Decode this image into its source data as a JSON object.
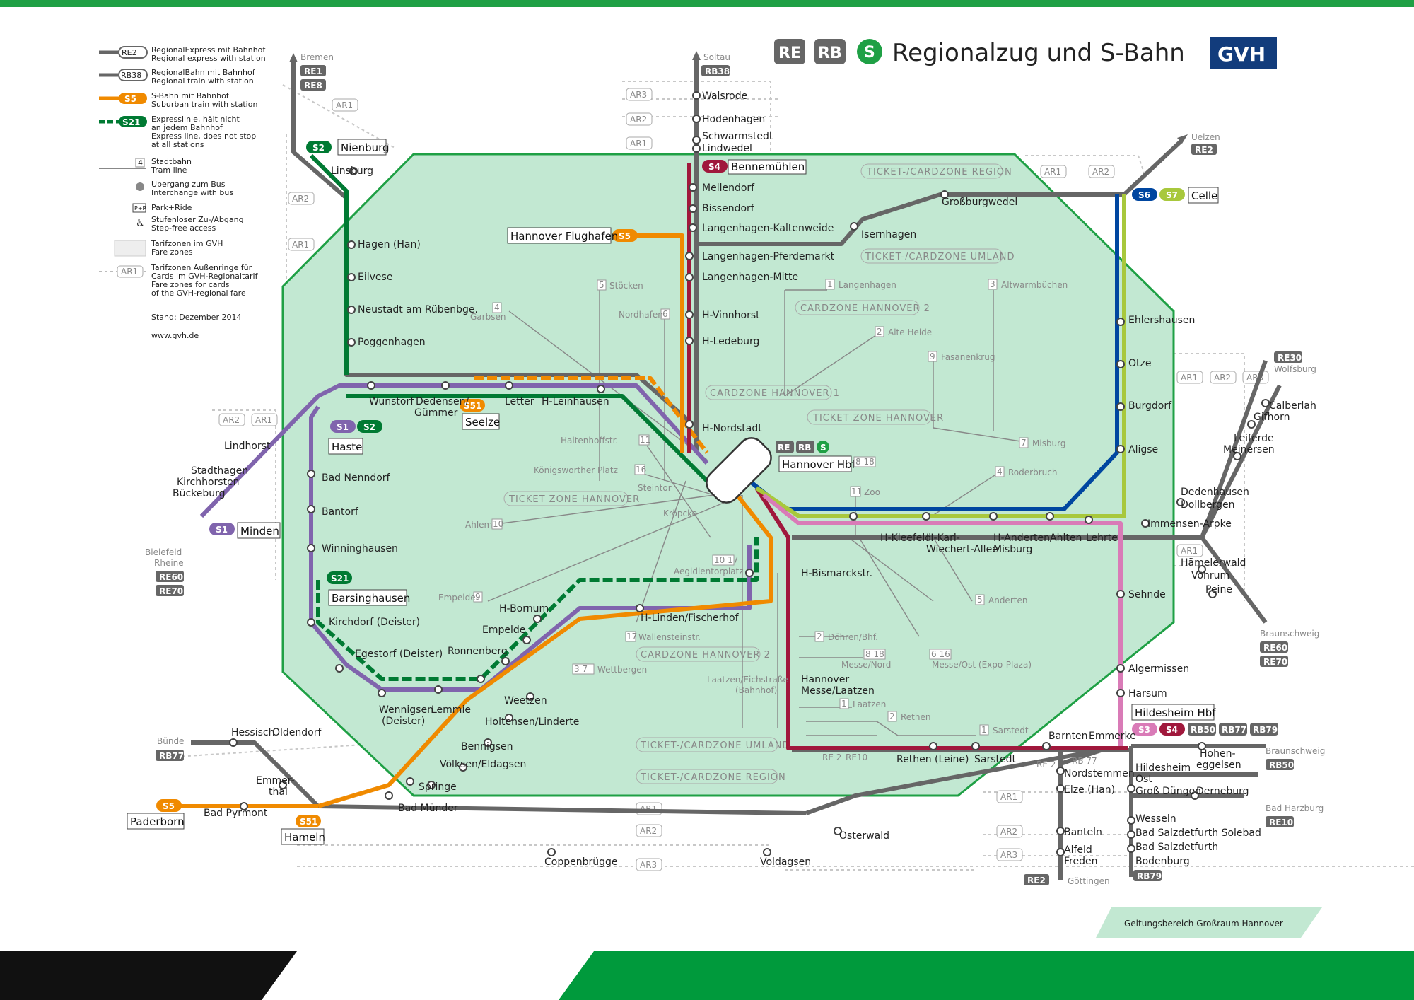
{
  "title": {
    "badges": [
      "RE",
      "RB",
      "S"
    ],
    "text": "Regionalzug und S-Bahn",
    "logo": "GVH"
  },
  "legend": {
    "items": [
      {
        "badge": "RE2",
        "color": "#666666",
        "text1": "RegionalExpress mit Bahnhof",
        "text2": "Regional express with station"
      },
      {
        "badge": "RB38",
        "color": "#666666",
        "text1": "RegionalBahn mit Bahnhof",
        "text2": "Regional train with station"
      },
      {
        "badge": "S5",
        "color": "#f08a00",
        "text1": "S-Bahn mit Bahnhof",
        "text2": "Suburban train with station"
      },
      {
        "badge": "S21",
        "color": "#007a33",
        "text1": "Expresslinie, hält nicht",
        "text2": "an jedem Bahnhof",
        "text3": "Express line, does not stop",
        "text4": "at all stations"
      }
    ],
    "tram": {
      "num": "4",
      "text1": "Stadtbahn",
      "text2": "Tram line"
    },
    "bus": {
      "text1": "Übergang zum Bus",
      "text2": "Interchange with bus"
    },
    "parkride": {
      "icon": "P+R",
      "text1": "Park+Ride"
    },
    "stepfree": {
      "text1": "Stufenloser Zu-/Abgang",
      "text2": "Step-free access"
    },
    "zones": {
      "text1": "Tarifzonen im GVH",
      "text2": "Fare zones"
    },
    "ar": {
      "badge": "AR1",
      "text1": "Tarifzonen Außenringe für",
      "text2": "Cards im GVH-Regionaltarif",
      "text3": "Fare zones for cards",
      "text4": "of the GVH-regional fare"
    },
    "stand": "Stand: Dezember 2014",
    "web": "www.gvh.de"
  },
  "colors": {
    "zone_fill": "#c2e8d2",
    "zone_border": "#1fa045",
    "re": "#666666",
    "s1": "#8064ad",
    "s2": "#007a33",
    "s3": "#d97bb7",
    "s4": "#a0183c",
    "s5": "#f08a00",
    "s6": "#0046a0",
    "s7": "#a8c83c",
    "top_bar": "#1fa045",
    "bottom_dark": "#111111",
    "bottom_green": "#009a3c"
  },
  "zones": {
    "labels": [
      "TICKET-/CARDZONE REGION",
      "TICKET-/CARDZONE UMLAND",
      "CARDZONE HANNOVER 2",
      "CARDZONE HANNOVER 1",
      "TICKET ZONE HANNOVER",
      "TICKET ZONE HANNOVER",
      "CARDZONE HANNOVER 2",
      "TICKET-/CARDZONE UMLAND",
      "TICKET-/CARDZONE REGION"
    ],
    "ar": [
      "AR1",
      "AR2",
      "AR3"
    ]
  },
  "endpoints": {
    "bremen": "Bremen",
    "bremen_lines": [
      "RE1",
      "RE8"
    ],
    "soltau": "Soltau",
    "soltau_lines": [
      "RB38"
    ],
    "uelzen": "Uelzen",
    "uelzen_lines": [
      "RE2"
    ],
    "wolfsburg": "Wolfsburg",
    "wolfsburg_lines": [
      "RE30"
    ],
    "braunschweig1": "Braunschweig",
    "braunschweig1_lines": [
      "RE60",
      "RE70"
    ],
    "braunschweig2": "Braunschweig",
    "braunschweig2_lines": [
      "RB50"
    ],
    "badharzburg": "Bad Harzburg",
    "badharzburg_lines": [
      "RE10"
    ],
    "goettingen": "Göttingen",
    "goettingen_lines": [
      "RE2"
    ],
    "hildesheim_lines": [
      "RB79"
    ],
    "bielefeld": "Bielefeld",
    "rheine": "Rheine",
    "bielefeld_lines": [
      "RE60",
      "RE70"
    ],
    "buende": "Bünde",
    "buende_lines": [
      "RB77"
    ],
    "paderborn_line": "S5",
    "hameln_line": "S51"
  },
  "stations": {
    "nienburg": "Nienburg",
    "linsburg": "Linsburg",
    "hagen": "Hagen (Han)",
    "eilvese": "Eilvese",
    "neustadt": "Neustadt am Rübenbge.",
    "poggenhagen": "Poggenhagen",
    "wunstorf": "Wunstorf",
    "dedensen": "Dedensen/",
    "guemmer": "Gümmer",
    "seelze": "Seelze",
    "letter": "Letter",
    "leinhausen": "H-Leinhausen",
    "haste": "Haste",
    "lindhorst": "Lindhorst",
    "stadthagen": "Stadthagen",
    "kirchhorsten": "Kirchhorsten",
    "bueckeburg": "Bückeburg",
    "minden": "Minden",
    "badnenndorf": "Bad Nenndorf",
    "bantorf": "Bantorf",
    "winninghausen": "Winninghausen",
    "barsinghausen": "Barsinghausen",
    "kirchdorf": "Kirchdorf (Deister)",
    "egestorf": "Egestorf (Deister)",
    "wennigsen": "Wennigsen",
    "wennigsen2": "(Deister)",
    "lemmie": "Lemmie",
    "ronnenberg": "Ronnenberg",
    "empelde": "Empelde",
    "bornum": "H-Bornum",
    "linden": "H-Linden/Fischerhof",
    "weetzen": "Weetzen",
    "holtensen": "Holtensen/Linderte",
    "bennigsen": "Bennigsen",
    "voelksen": "Völksen/Eldagsen",
    "springe": "Springe",
    "badmuender": "Bad Münder",
    "hameln": "Hameln",
    "badpyrmont": "Bad Pyrmont",
    "paderborn": "Paderborn",
    "emmerthal1": "Emmer-",
    "emmerthal2": "thal",
    "hessisch": "Hessisch",
    "oldendorf": "Oldendorf",
    "coppenbruegge": "Coppenbrügge",
    "voldagsen": "Voldagsen",
    "osterwald": "Osterwald",
    "walsrode": "Walsrode",
    "hodenhagen": "Hodenhagen",
    "schwarmstedt": "Schwarmstedt",
    "lindwedel": "Lindwedel",
    "bennemuehlen": "Bennemühlen",
    "mellendorf": "Mellendorf",
    "bissendorf": "Bissendorf",
    "kaltenweide": "Langenhagen-Kaltenweide",
    "flughafen": "Hannover Flughafen",
    "pferdemarkt": "Langenhagen-Pferdemarkt",
    "mitte": "Langenhagen-Mitte",
    "vinnhorst": "H-Vinnhorst",
    "ledeburg": "H-Ledeburg",
    "nordstadt": "H-Nordstadt",
    "hbf": "Hannover Hbf",
    "bismarck": "H-Bismarckstr.",
    "messe": "Hannover",
    "messe2": "Messe/Laatzen",
    "rethen": "Rethen (Leine)",
    "sarstedt": "Sarstedt",
    "barnten": "Barnten",
    "emmerke": "Emmerke",
    "nordstemmen": "Nordstemmen",
    "elze": "Elze (Han)",
    "banteln": "Banteln",
    "alfeld": "Alfeld",
    "freden": "Freden",
    "hildesheim": "Hildesheim Hbf",
    "hildesheimost1": "Hildesheim",
    "hildesheimost2": "Ost",
    "grossduengen": "Groß Düngen",
    "derneburg": "Derneburg",
    "wesseln": "Wesseln",
    "solebad": "Bad Salzdetfurth Solebad",
    "salzdetfurth": "Bad Salzdetfurth",
    "bodenburg": "Bodenburg",
    "hoheneggelsen1": "Hohen-",
    "hoheneggelsen2": "eggelsen",
    "kleefeld": "H-Kleefeld",
    "karlwiechert1": "H-Karl-",
    "karlwiechert2": "Wiechert-Allee",
    "anderten": "H-Anderten/",
    "misburg": "Misburg",
    "ahlten": "Ahlten",
    "lehrte": "Lehrte",
    "sehnde": "Sehnde",
    "algermissen": "Algermissen",
    "harsum": "Harsum",
    "immensen": "Immensen-Arpke",
    "dedenhausen": "Dedenhausen",
    "dollbergen": "Dollbergen",
    "haemelerwald": "Hämelerwald",
    "voehrum": "Vöhrum",
    "peine": "Peine",
    "leiferde": "Leiferde",
    "meinersen": "Meinersen",
    "calberlah": "Calberlah",
    "gifhorn": "Gifhorn",
    "aligse": "Aligse",
    "burgdorf": "Burgdorf",
    "otze": "Otze",
    "ehlershausen": "Ehlershausen",
    "celle": "Celle",
    "isernhagen": "Isernhagen",
    "grossburgwedel": "Großburgwedel"
  },
  "trams": [
    {
      "n": "5",
      "name": "Stöcken"
    },
    {
      "n": "6",
      "name": "Nordhafen"
    },
    {
      "n": "4",
      "name": "Garbsen"
    },
    {
      "n": "1",
      "name": "Langenhagen"
    },
    {
      "n": "3",
      "name": "Altwarmbüchen"
    },
    {
      "n": "2",
      "name": "Alte Heide"
    },
    {
      "n": "9",
      "name": "Fasanenkrug"
    },
    {
      "n": "11",
      "name": "Haltenhoffstr."
    },
    {
      "n": "16",
      "name": "Königsworther Platz"
    },
    {
      "n": "7",
      "name": "Misburg"
    },
    {
      "n": "4",
      "name": "Roderbruch"
    },
    {
      "n": "11",
      "name": "Zoo"
    },
    {
      "n": "10",
      "name": "Ahlem"
    },
    {
      "n": "10 17",
      "name": "Aegidientorplatz"
    },
    {
      "n": "9",
      "name": "Empelde"
    },
    {
      "n": "5",
      "name": "Anderten"
    },
    {
      "n": "17",
      "name": "Wallensteinstr."
    },
    {
      "n": "2",
      "name": "Döhren/Bhf."
    },
    {
      "n": "8 18",
      "name": "Messe/Nord"
    },
    {
      "n": "6 16",
      "name": "Messe/Ost (Expo-Plaza)"
    },
    {
      "n": "3 7",
      "name": "Wettbergen"
    },
    {
      "n": "1",
      "name": "Laatzen"
    },
    {
      "n": "2",
      "name": "Rethen"
    },
    {
      "n": "1",
      "name": "Sarstedt"
    },
    {
      "n": "8 18",
      "name": "Hbf"
    }
  ],
  "hubs": {
    "steintor": "Steintor",
    "kroepcke": "Kröpcke",
    "laatzeneichstr1": "Laatzen/Eichstraße",
    "laatzeneichstr2": "(Bahnhof)"
  },
  "line_badges": {
    "s2": "S2",
    "s1": "S1",
    "s21": "S21",
    "s5": "S5",
    "s51": "S51",
    "s4": "S4",
    "s6": "S6",
    "s7": "S7",
    "s3": "S3",
    "rb50": "RB50",
    "rb77": "RB77",
    "rb79": "RB79",
    "re": "RE",
    "rb": "RB",
    "s": "S",
    "re2": "RE 2",
    "re10": "RE10",
    "re2b": "RE 2",
    "rb77b": "RB 77"
  },
  "footer": {
    "validity": "Geltungsbereich Großraum Hannover"
  }
}
